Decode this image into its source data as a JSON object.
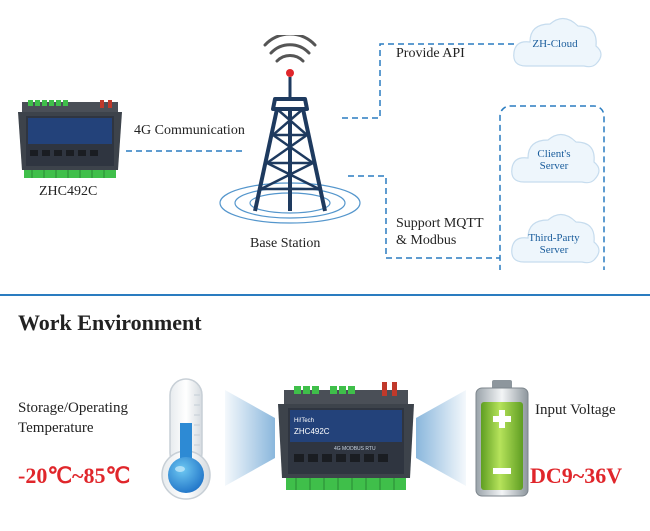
{
  "top_diagram": {
    "device_label": "ZHC492C",
    "link_label": "4G Communication",
    "base_station_label": "Base Station",
    "provide_api_label": "Provide API",
    "support_label_line1": "Support MQTT",
    "support_label_line2": "& Modbus",
    "cloud_zh": "ZH-Cloud",
    "cloud_client_line1": "Client's",
    "cloud_client_line2": "Server",
    "cloud_third_line1": "Third-Party",
    "cloud_third_line2": "Server"
  },
  "device_screen": {
    "brand": "Hi!Tech",
    "model": "ZHC492C",
    "subtitle": "4G MODBUS RTU"
  },
  "work_environment": {
    "heading": "Work Environment",
    "temp_label_line1": "Storage/Operating",
    "temp_label_line2": "Temperature",
    "temp_range": "-20℃~85℃",
    "voltage_label": "Input Voltage",
    "voltage_range": "DC9~36V"
  },
  "colors": {
    "accent_blue": "#2a7cc0",
    "red": "#e0262b",
    "battery_green": "#8cc63f",
    "cloud_text": "#1a5d9c"
  }
}
